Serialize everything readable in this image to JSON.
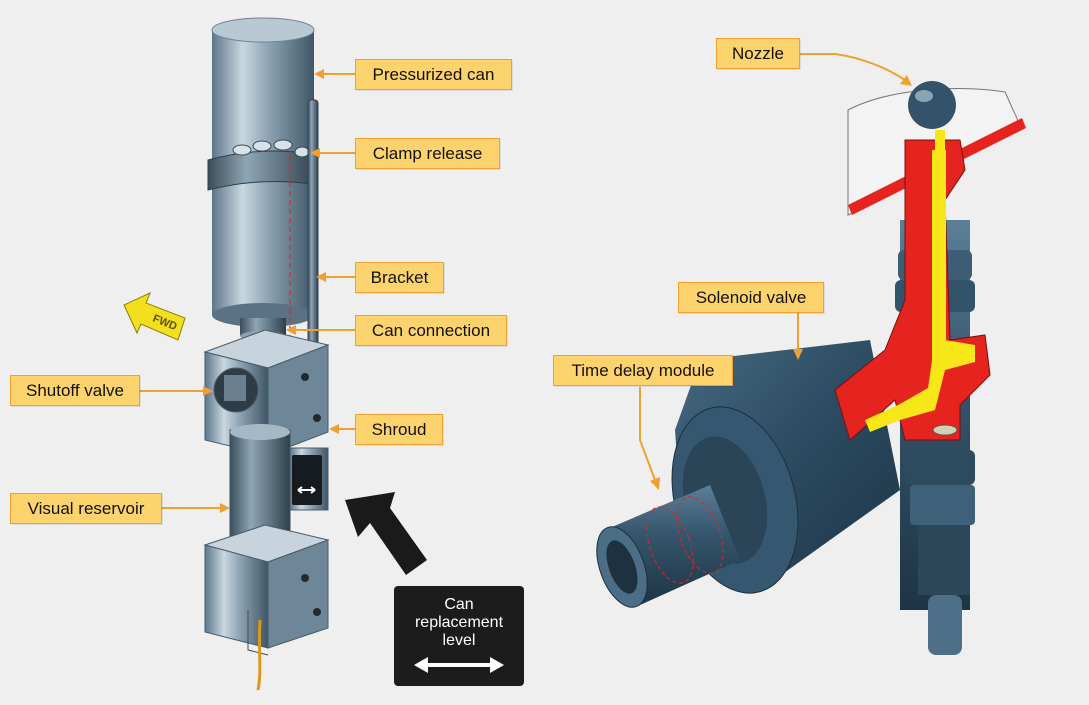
{
  "labels": {
    "pressurized_can": "Pressurized can",
    "clamp_release": "Clamp release",
    "bracket": "Bracket",
    "can_connection": "Can connection",
    "shutoff_valve": "Shutoff valve",
    "shroud": "Shroud",
    "visual_reservoir": "Visual reservoir",
    "nozzle": "Nozzle",
    "solenoid_valve": "Solenoid valve",
    "time_delay_module": "Time delay module"
  },
  "can_replacement": {
    "line1": "Can",
    "line2": "replacement",
    "line3": "level"
  },
  "fwd_marker": "FWD",
  "colors": {
    "callout_fill": "#fcd36d",
    "callout_border": "#f0a030",
    "leader": "#f0a030",
    "cutaway_red": "#e52420",
    "cutaway_yellow": "#f7e718",
    "body_blue": "#2f4f66"
  }
}
